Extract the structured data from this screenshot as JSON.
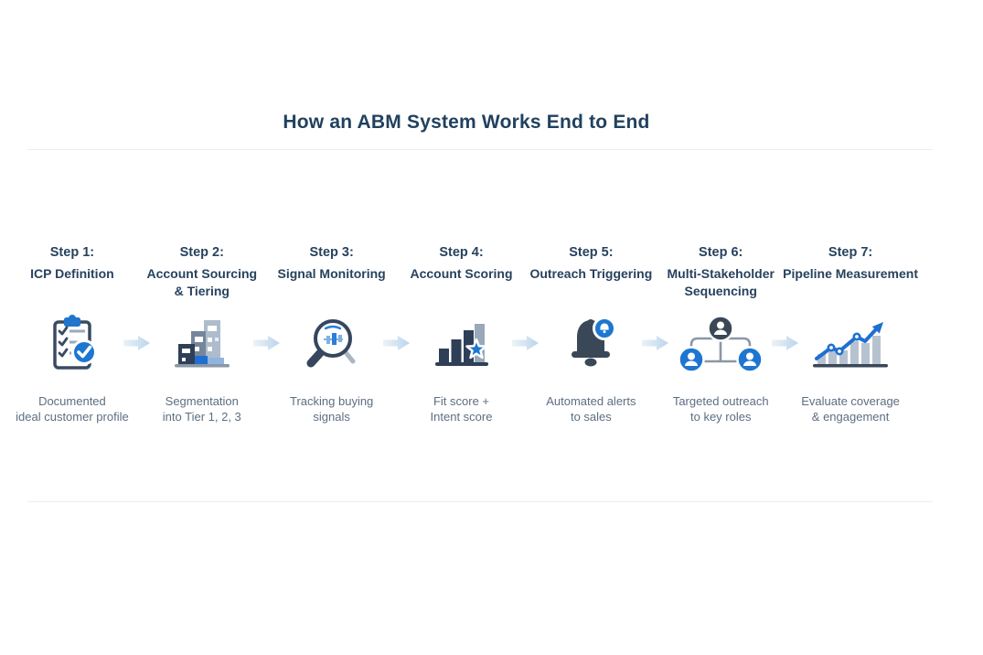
{
  "page": {
    "title": "How an ABM System Works End to End"
  },
  "steps": [
    {
      "label": "Step 1:",
      "title": "ICP Definition",
      "description": "Documented\nideal customer profile",
      "icon": "clipboard-check-icon"
    },
    {
      "label": "Step 2:",
      "title": "Account Sourcing\n& Tiering",
      "description": "Segmentation\ninto Tier 1, 2, 3",
      "icon": "buildings-tier-icon"
    },
    {
      "label": "Step 3:",
      "title": "Signal Monitoring",
      "description": "Tracking buying\nsignals",
      "icon": "magnifier-signals-icon"
    },
    {
      "label": "Step 4:",
      "title": "Account Scoring",
      "description": "Fit score +\nIntent score",
      "icon": "bar-chart-star-icon"
    },
    {
      "label": "Step 5:",
      "title": "Outreach Triggering",
      "description": "Automated alerts\nto sales",
      "icon": "bell-alert-icon"
    },
    {
      "label": "Step 6:",
      "title": "Multi-Stakeholder\nSequencing",
      "description": "Targeted outreach\nto key roles",
      "icon": "org-chart-icon"
    },
    {
      "label": "Step 7:",
      "title": "Pipeline Measurement",
      "description": "Evaluate coverage\n& engagement",
      "icon": "growth-chart-icon"
    }
  ],
  "colors": {
    "title_text": "#21415e",
    "step_text": "#27425e",
    "description_text": "#5d6e80",
    "accent_blue": "#1d77d0",
    "dark_slate": "#3a4757",
    "divider": "#ececec",
    "arrow_gradient_from": "#edf2f6",
    "arrow_gradient_to": "#b9d5ee"
  }
}
